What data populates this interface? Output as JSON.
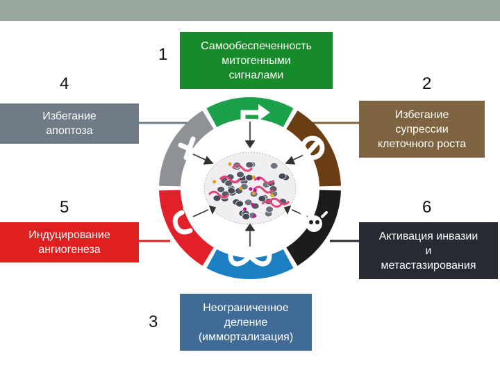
{
  "hallmarks": [
    {
      "number": "1",
      "label": "Самообеспеченность\nмитогенными\nсигналами",
      "color": "#178a2a",
      "icon": "arrow-turn-icon"
    },
    {
      "number": "2",
      "label": "Избегание\nсупрессии\nклеточного роста",
      "color": "#7e6440",
      "icon": "no-entry-icon"
    },
    {
      "number": "3",
      "label": "Неограниченное\nделение\n(иммортализация)",
      "color": "#3f6b96",
      "icon": "infinity-icon"
    },
    {
      "number": "4",
      "label": "Избегание\nапоптоза",
      "color": "#6f7c88",
      "icon": "cross-icon"
    },
    {
      "number": "5",
      "label": "Индуцирование\nангиогенеза",
      "color": "#e02020",
      "icon": "vessel-icon"
    },
    {
      "number": "6",
      "label": "Активация инвазии\nи\nметастазирования",
      "color": "#272a33",
      "icon": "crab-icon"
    }
  ],
  "ring_colors": {
    "green": "#1aa14a",
    "brown": "#6b3d12",
    "black": "#1c1c1c",
    "blue": "#1b7fc2",
    "red": "#e2202a",
    "grey": "#8e9196"
  }
}
